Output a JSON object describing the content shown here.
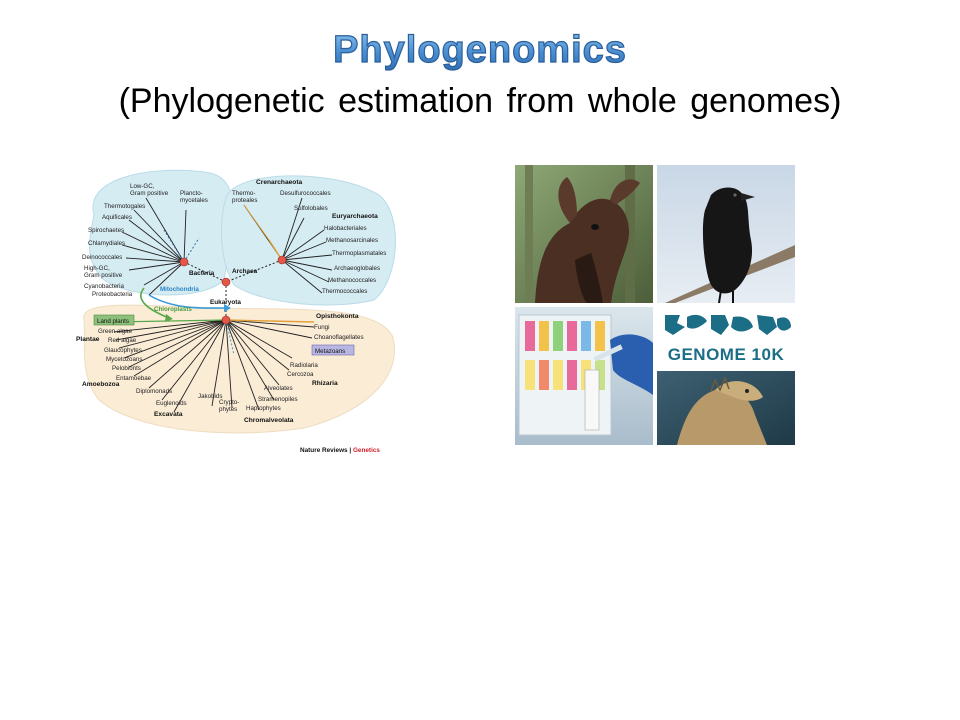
{
  "slide": {
    "title": "Phylogenomics",
    "subtitle": "(Phylogenetic estimation from whole genomes)"
  },
  "tree": {
    "credit_journal": "Nature Reviews",
    "credit_sep": " | ",
    "credit_section": "Genetics",
    "bacteria_label": "Bacteria",
    "archaea_label": "Archaea",
    "eukaryota_label": "Eukaryota",
    "mitochondria_label": "Mitochondria",
    "chloroplasts_label": "Chloroplasts",
    "bacteria_taxa": [
      "Low-GC,",
      "Gram positive",
      "Plancto-",
      "mycetales",
      "Thermotogales",
      "Aquificales",
      "Spirochaetes",
      "Chlamydiales",
      "Deinococcales",
      "High-GC,",
      "Gram positive",
      "Cyanobacteria",
      "Proteobacteria"
    ],
    "crenarchaeota_label": "Crenarchaeota",
    "crenarchaeota_taxa": [
      "Thermo-",
      "proteales",
      "Desulfurococcales",
      "Sulfolobales"
    ],
    "euryarchaeota_label": "Euryarchaeota",
    "euryarchaeota_taxa": [
      "Halobacteriales",
      "Methanosarcinales",
      "Thermoplasmatales",
      "Archaeoglobales",
      "Methanococcales",
      "Thermococcales"
    ],
    "plantae_label": "Plantae",
    "land_plants_label": "Land plants",
    "plantae_taxa": [
      "Green algae",
      "Red algae",
      "Glaucophytes"
    ],
    "amoebozoa_label": "Amoebozoa",
    "amoebozoa_taxa": [
      "Mycetozoans",
      "Pelobionts",
      "Entamoebae"
    ],
    "excavata_label": "Excavata",
    "excavata_taxa": [
      "Diplomonads",
      "Euglenoids",
      "Jakobids"
    ],
    "chromalveolata_label": "Chromalveolata",
    "chromalveolata_taxa": [
      "Crypto-",
      "phytes",
      "Haptophytes",
      "Stramenopiles",
      "Alveolates"
    ],
    "rhizaria_label": "Rhizaria",
    "rhizaria_taxa": [
      "Radiolaria",
      "Cercozoa"
    ],
    "opisthokonta_label": "Opisthokonta",
    "opisthokonta_taxa": [
      "Fungi",
      "Choanoflagellates"
    ],
    "metazoans_label": "Metazoans"
  },
  "photos": {
    "genome_logo_text": "GENOME 10K"
  },
  "colors": {
    "title_fill": "#4a8fd1",
    "title_outline": "#2b5f9a",
    "bacteria_bg": "#d6ecf3",
    "archaea_bg": "#d6ecf3",
    "eukaryote_bg": "#fbecd6",
    "node": "#e4584a",
    "mito_arrow": "#3a9bd6",
    "chloro_arrow": "#5aa84a",
    "credit_red": "#d0202a"
  }
}
